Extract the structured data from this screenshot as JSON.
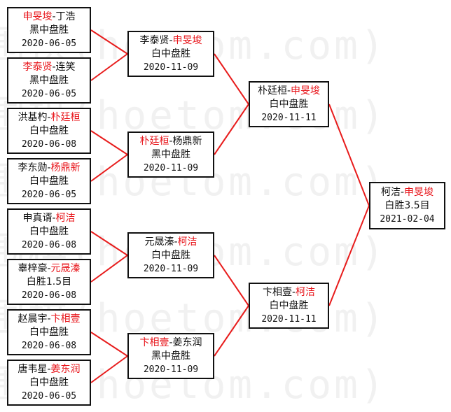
{
  "watermark": "围棋(hoetom.com)",
  "colors": {
    "winner": "#e8141a",
    "line": "#e81c1c",
    "border": "#111111"
  },
  "round1": [
    {
      "p1": "申旻埈",
      "p2": "丁浩",
      "winner": 1,
      "result": "黑中盘胜",
      "date": "2020-06-05"
    },
    {
      "p1": "李泰贤",
      "p2": "连笑",
      "winner": 1,
      "result": "黑中盘胜",
      "date": "2020-06-05"
    },
    {
      "p1": "洪基杓",
      "p2": "朴廷桓",
      "winner": 2,
      "result": "白中盘胜",
      "date": "2020-06-08"
    },
    {
      "p1": "李东勋",
      "p2": "杨鼎新",
      "winner": 2,
      "result": "白中盘胜",
      "date": "2020-06-05"
    },
    {
      "p1": "申真谞",
      "p2": "柯洁",
      "winner": 2,
      "result": "白中盘胜",
      "date": "2020-06-08"
    },
    {
      "p1": "辜梓豪",
      "p2": "元晟溱",
      "winner": 2,
      "result": "白胜1.5目",
      "date": "2020-06-08"
    },
    {
      "p1": "赵晨宇",
      "p2": "卞相壹",
      "winner": 2,
      "result": "白中盘胜",
      "date": "2020-06-08"
    },
    {
      "p1": "唐韦星",
      "p2": "姜东润",
      "winner": 2,
      "result": "白中盘胜",
      "date": "2020-06-05"
    }
  ],
  "quarterfinals": [
    {
      "p1": "李泰贤",
      "p2": "申旻埈",
      "winner": 2,
      "result": "白中盘胜",
      "date": "2020-11-09"
    },
    {
      "p1": "朴廷桓",
      "p2": "杨鼎新",
      "winner": 1,
      "result": "黑中盘胜",
      "date": "2020-11-09"
    },
    {
      "p1": "元晟溱",
      "p2": "柯洁",
      "winner": 2,
      "result": "白中盘胜",
      "date": "2020-11-09"
    },
    {
      "p1": "卞相壹",
      "p2": "姜东润",
      "winner": 1,
      "result": "黑中盘胜",
      "date": "2020-11-09"
    }
  ],
  "semifinals": [
    {
      "p1": "朴廷桓",
      "p2": "申旻埈",
      "winner": 2,
      "result": "白中盘胜",
      "date": "2020-11-11"
    },
    {
      "p1": "卞相壹",
      "p2": "柯洁",
      "winner": 2,
      "result": "白中盘胜",
      "date": "2020-11-11"
    }
  ],
  "final": [
    {
      "p1": "柯洁",
      "p2": "申旻埈",
      "winner": 2,
      "result": "白胜3.5目",
      "date": "2021-02-04"
    }
  ]
}
